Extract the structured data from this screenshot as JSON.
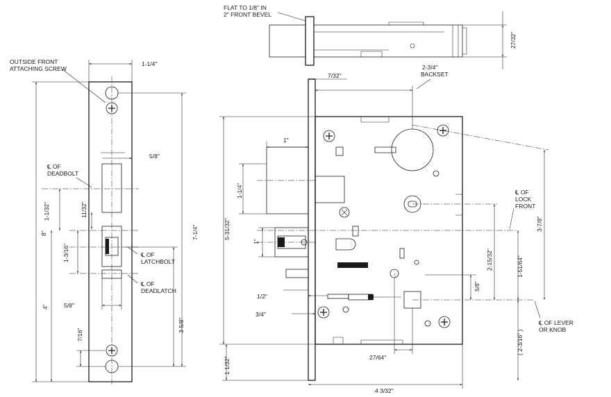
{
  "colors": {
    "line": "#1a1a1a",
    "background": "#ffffff"
  },
  "front_view": {
    "attaching_screw_label_1": "OUTSIDE FRONT",
    "attaching_screw_label_2": "ATTACHING SCREW",
    "width": "1-1/4\"",
    "deadbolt_width": "5/8\"",
    "deadbolt_cl_1": "℄ OF",
    "deadbolt_cl_2": "DEADBOLT",
    "overall_height": "8\"",
    "screw_spacing": "7-1/4\"",
    "dim_1_1_32": "1-1/32\"",
    "dim_11_32": "11/32\"",
    "dim_1_3_16": "1-3/16\"",
    "latchbolt_cl_1": "℄ OF",
    "latchbolt_cl_2": "LATCHBOLT",
    "deadlatch_cl_1": "℄ OF",
    "deadlatch_cl_2": "DEADLATCH",
    "dim_5_8_bottom": "5/8\"",
    "dim_4": "4\"",
    "dim_3_5_8": "3-5/8\"",
    "dim_7_16": "7/16\""
  },
  "top_view": {
    "bevel_label_1": "FLAT TO 1/8\" IN",
    "bevel_label_2": "2\" FRONT BEVEL",
    "depth": "27/32\""
  },
  "side_view": {
    "dim_7_32": "7/32\"",
    "backset_1": "2-3/4\"",
    "backset_2": "BACKSET",
    "dim_1": "1\"",
    "dim_1_1_4": "1-1/4\"",
    "dim_5_31_32": "5-31/32\"",
    "dim_1_latch": "1\"",
    "lock_front_1": "℄ OF",
    "lock_front_2": "LOCK",
    "lock_front_3": "FRONT",
    "dim_3_7_8": "3-7/8\"",
    "dim_2_15_32": "2-15/32\"",
    "dim_1_51_64": "1-51/64\"",
    "dim_5_8": "5/8\"",
    "dim_1_2": "1/2\"",
    "dim_3_4": "3/4\"",
    "dim_27_64": "27/64\"",
    "dim_2_3_16": "( 2-3/16\" )",
    "lever_1": "℄ OF LEVER",
    "lever_2": "OR KNOB",
    "dim_1_1_32_bottom": "1 1/32\"",
    "overall_width": "4 3/32\""
  }
}
